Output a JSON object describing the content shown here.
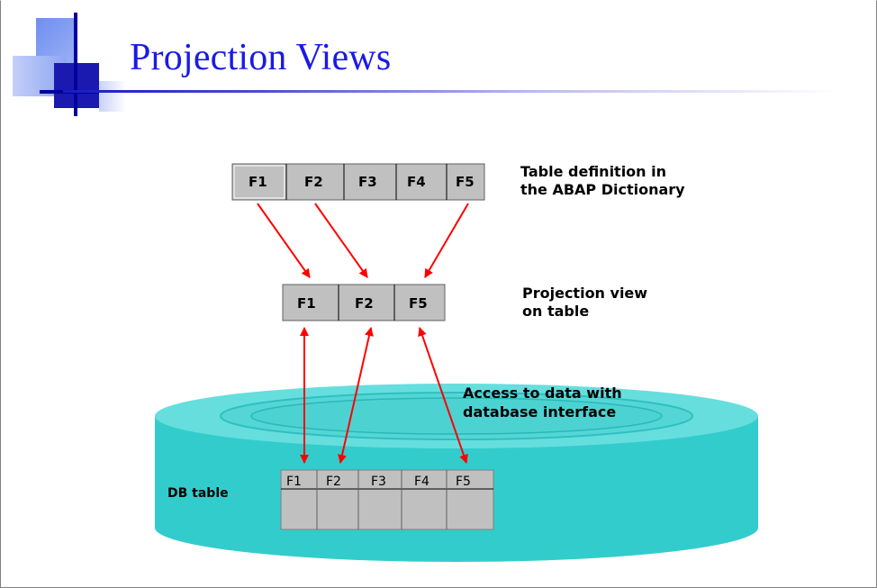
{
  "slide": {
    "title": "Projection Views"
  },
  "diagram": {
    "table_definition": {
      "fields": [
        "F1",
        "F2",
        "F3",
        "F4",
        "F5"
      ],
      "caption_line1": "Table definition in",
      "caption_line2": "the ABAP Dictionary"
    },
    "projection_view": {
      "fields": [
        "F1",
        "F2",
        "F5"
      ],
      "caption_line1": "Projection view",
      "caption_line2": "on table"
    },
    "access_caption_line1": "Access to data with",
    "access_caption_line2": "database interface",
    "db_table": {
      "label": "DB table",
      "fields": [
        "F1",
        "F2",
        "F3",
        "F4",
        "F5"
      ]
    }
  },
  "colors": {
    "title": "#1a1ae6",
    "arrow": "#ff0000",
    "cylinder": "#33cccc",
    "cell": "#c0c0c0"
  }
}
